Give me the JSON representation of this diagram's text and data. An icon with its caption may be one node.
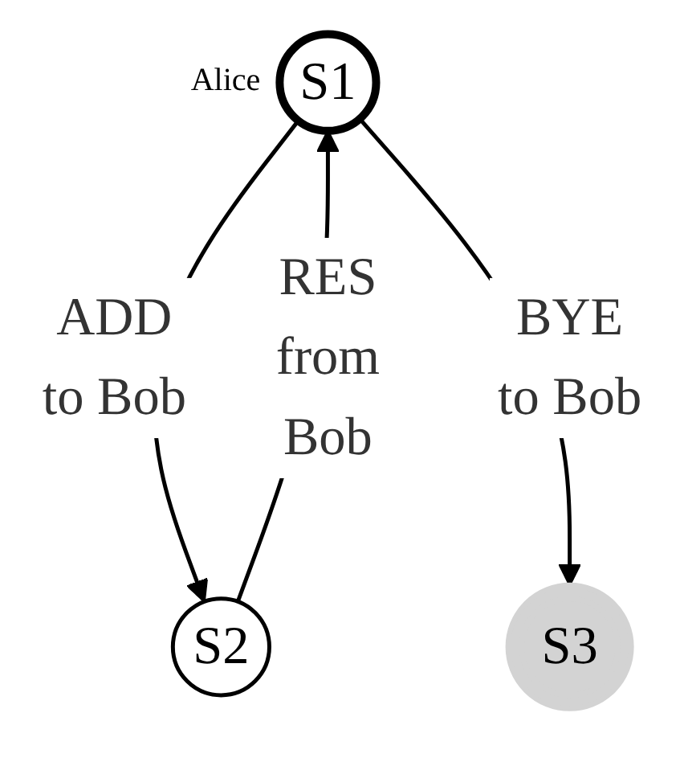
{
  "diagram": {
    "nodes": [
      {
        "text": [
          "S1"
        ],
        "beside": [
          "Alice"
        ]
      },
      {
        "text": [
          "S2"
        ]
      },
      {
        "text": [
          "S3"
        ]
      }
    ],
    "edges": [
      {
        "from": 0,
        "to": 1,
        "arrow": "to",
        "label": "ADD to Bob"
      },
      {
        "from": 1,
        "to": 0,
        "arrow": "to",
        "label": "RES from Bob"
      },
      {
        "from": 0,
        "to": 2,
        "arrow": "to",
        "label": "BYE to Bob"
      }
    ]
  }
}
